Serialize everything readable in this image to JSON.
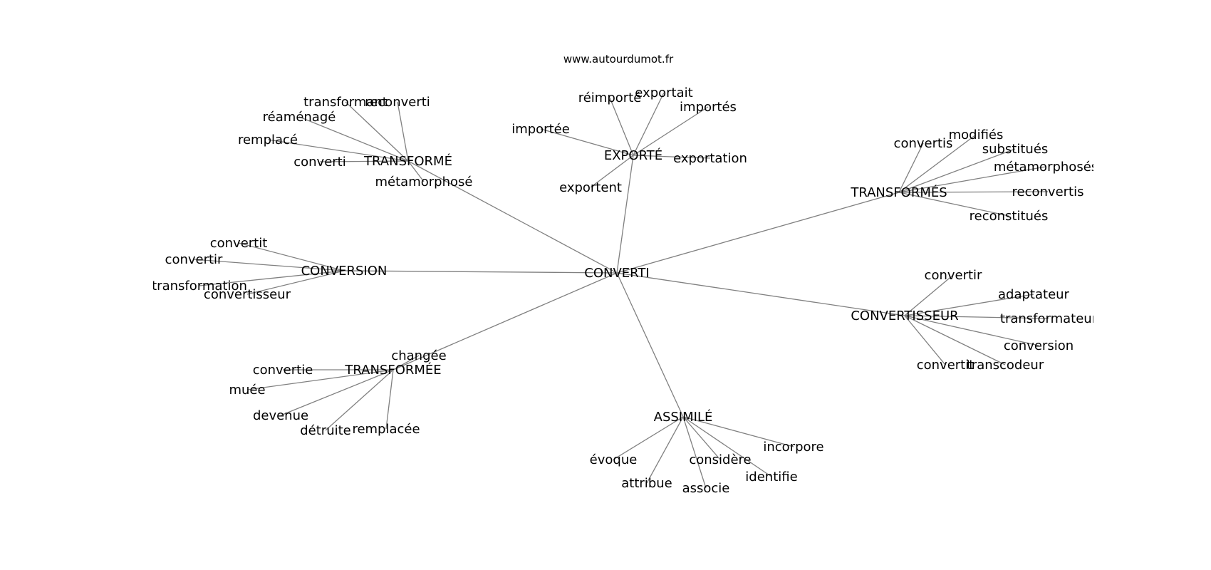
{
  "source": "www.autourdumot.fr",
  "graph": {
    "center": "CONVERTI",
    "clusters": [
      {
        "hub": "TRANSFORMÉ",
        "leaves": [
          "transformant",
          "reconverti",
          "réaménagé",
          "remplacé",
          "converti",
          "métamorphosé"
        ]
      },
      {
        "hub": "EXPORTÉ",
        "leaves": [
          "réimporté",
          "exportait",
          "importés",
          "importée",
          "exportation",
          "exportent"
        ]
      },
      {
        "hub": "TRANSFORMÉS",
        "leaves": [
          "convertis",
          "modifiés",
          "substitués",
          "métamorphosés",
          "reconvertis",
          "reconstitués"
        ]
      },
      {
        "hub": "CONVERSION",
        "leaves": [
          "convertit",
          "convertir",
          "transformation",
          "convertisseur"
        ]
      },
      {
        "hub": "CONVERTISSEUR",
        "leaves": [
          "convertir",
          "adaptateur",
          "transformateur",
          "conversion",
          "convertit",
          "transcodeur"
        ]
      },
      {
        "hub": "TRANSFORMÉE",
        "leaves": [
          "changée",
          "convertie",
          "muée",
          "devenue",
          "détruite",
          "remplacée"
        ]
      },
      {
        "hub": "ASSIMILÉ",
        "leaves": [
          "incorpore",
          "considère",
          "évoque",
          "identifie",
          "attribue",
          "associe"
        ]
      }
    ]
  }
}
